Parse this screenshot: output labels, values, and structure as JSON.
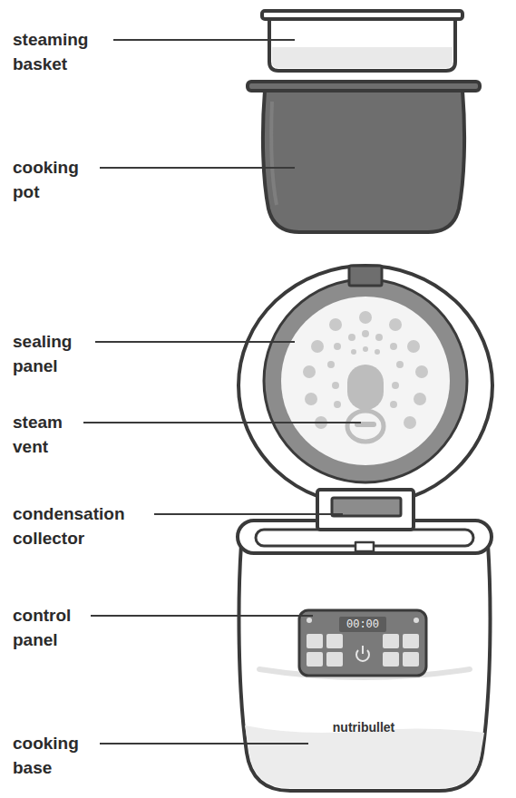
{
  "diagram": {
    "labels": [
      "steaming basket",
      "cooking pot",
      "sealing panel",
      "steam vent",
      "condensation collector",
      "control panel",
      "00:00",
      "nutribullet",
      "cooking base"
    ]
  }
}
